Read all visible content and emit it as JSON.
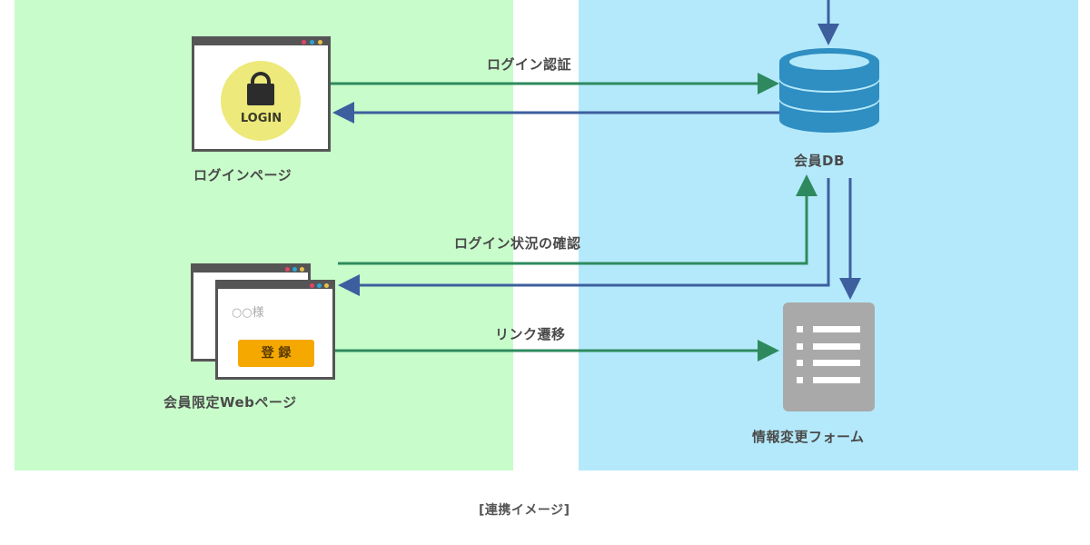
{
  "panels": {
    "left_color": "#c8fccb",
    "right_color": "#b4e9fb"
  },
  "nodes": {
    "login_page": {
      "label": "ログインページ",
      "icon_text": "LOGIN",
      "icon": "lock-icon",
      "circle_color": "#ede97a"
    },
    "member_page": {
      "label": "会員限定Webページ",
      "name_text": "○○様",
      "register_button": "登 録",
      "button_color": "#f5a800"
    },
    "member_db": {
      "label": "会員DB",
      "icon": "database-icon",
      "color": "#2f8ec2"
    },
    "info_form": {
      "label": "情報変更フォーム",
      "icon": "form-list-icon",
      "color": "#a9a9a9"
    }
  },
  "arrows": {
    "login_auth": "ログイン認証",
    "login_status_check": "ログイン状況の確認",
    "link_transition": "リンク遷移",
    "green_color": "#2e8a5e",
    "blue_color": "#3d5f9e"
  },
  "caption": "[連携イメージ]"
}
